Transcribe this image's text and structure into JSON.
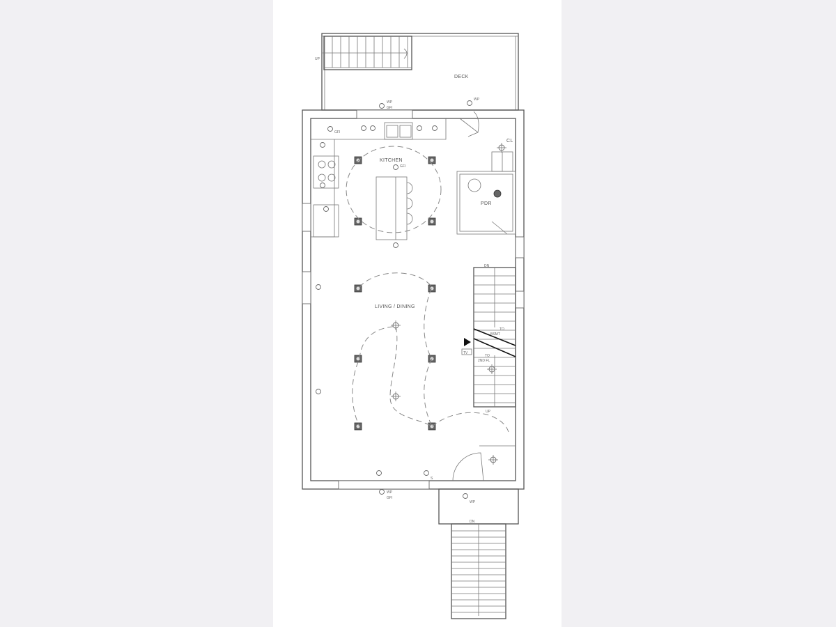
{
  "plan": {
    "rooms": {
      "deck": "DECK",
      "kitchen": "KITCHEN",
      "powder_room": "PDR",
      "closet": "CL",
      "living_dining": "LIVING / DINING"
    },
    "stairs": {
      "deck_stair": "UP",
      "interior_down": "DN",
      "interior_up": "UP",
      "to_basement_line1": "TO",
      "to_basement_line2": "BSMT",
      "to_second_line1": "TO",
      "to_second_line2": "2ND FL",
      "front_stair": "DN"
    },
    "symbols": {
      "weatherproof": "WP",
      "gfi": "GFI",
      "tv": "TV",
      "switch": "S"
    }
  }
}
